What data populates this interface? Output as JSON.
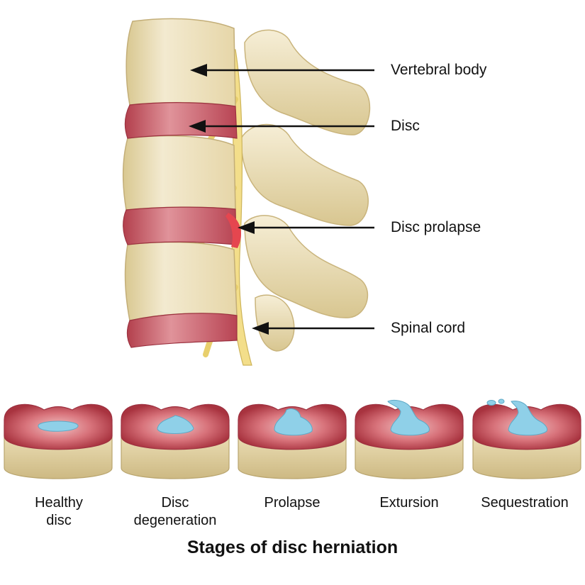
{
  "labels": {
    "vertebral_body": "Vertebral body",
    "disc": "Disc",
    "disc_prolapse": "Disc prolapse",
    "spinal_cord": "Spinal cord"
  },
  "stages": [
    {
      "line1": "Healthy",
      "line2": "disc"
    },
    {
      "line1": "Disc",
      "line2": "degeneration"
    },
    {
      "line1": "Prolapse",
      "line2": ""
    },
    {
      "line1": "Extursion",
      "line2": ""
    },
    {
      "line1": "Sequestration",
      "line2": ""
    }
  ],
  "title": "Stages of disc herniation",
  "colors": {
    "bone": "#efe3bd",
    "bone_shade": "#d7c58f",
    "disc": "#c44a57",
    "disc_light": "#de8a8f",
    "nucleus": "#8fd0e8",
    "cord": "#f3de8a"
  }
}
